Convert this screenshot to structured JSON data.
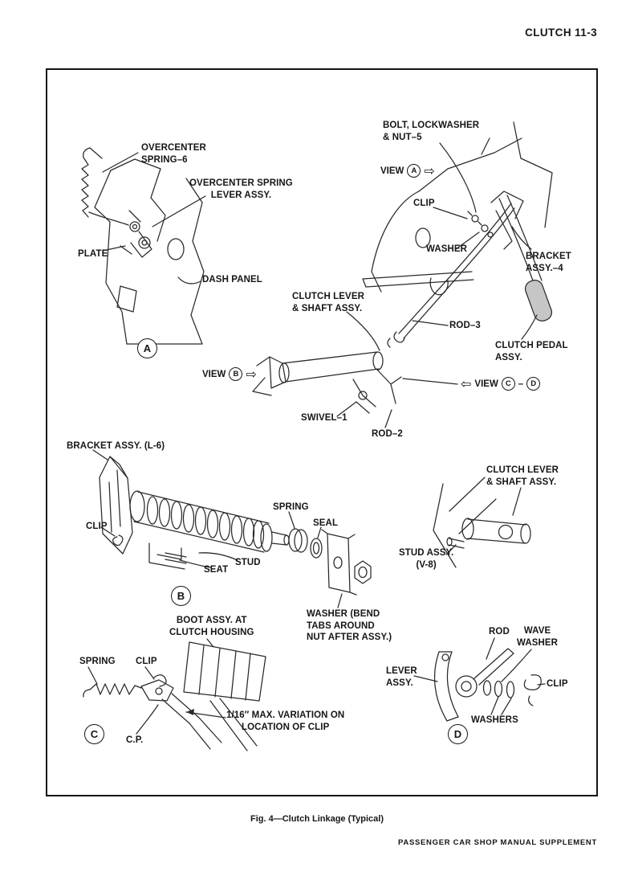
{
  "page": {
    "header": "CLUTCH 11-3",
    "caption": "Fig. 4—Clutch Linkage (Typical)",
    "footer": "PASSENGER CAR SHOP MANUAL SUPPLEMENT"
  },
  "badges": {
    "a": "A",
    "b": "B",
    "c": "C",
    "d": "D"
  },
  "view_markers": {
    "a": {
      "prefix": "VIEW",
      "letter": "A",
      "arrow": "⇨"
    },
    "b": {
      "prefix": "VIEW",
      "letter": "B",
      "arrow": "⇨"
    },
    "cd": {
      "arrow": "⇦",
      "prefix": "VIEW",
      "letter_c": "C",
      "dash": "–",
      "letter_d": "D"
    }
  },
  "labels": {
    "overcenter_spring": "OVERCENTER\nSPRING–6",
    "overcenter_lever": "OVERCENTER SPRING\nLEVER ASSY.",
    "plate": "PLATE",
    "dash_panel": "DASH PANEL",
    "bolt_lockwasher": "BOLT, LOCKWASHER\n& NUT–5",
    "clip_a": "CLIP",
    "washer_a": "WASHER",
    "bracket_4": "BRACKET\nASSY.–4",
    "clutch_lever_shaft_top": "CLUTCH LEVER\n& SHAFT ASSY.",
    "rod_3": "ROD–3",
    "clutch_pedal": "CLUTCH PEDAL\nASSY.",
    "swivel_1": "SWIVEL–1",
    "rod_2": "ROD–2",
    "bracket_l6": "BRACKET ASSY. (L-6)",
    "clutch_lever_shaft_b": "CLUTCH LEVER\n& SHAFT ASSY.",
    "clip_b": "CLIP",
    "spring_b": "SPRING",
    "seal": "SEAL",
    "seat": "SEAT",
    "stud": "STUD",
    "stud_assy": "STUD ASSY.\n(V-8)",
    "washer_bend": "WASHER (BEND\nTABS AROUND\nNUT AFTER ASSY.)",
    "boot_assy": "BOOT ASSY. AT\nCLUTCH HOUSING",
    "spring_c": "SPRING",
    "clip_c": "CLIP",
    "variation": "1/16″ MAX. VARIATION ON\nLOCATION OF CLIP",
    "cp": "C.P.",
    "rod_d": "ROD",
    "wave_washer": "WAVE\nWASHER",
    "lever_assy": "LEVER\nASSY.",
    "clip_d": "CLIP",
    "washers": "WASHERS"
  }
}
